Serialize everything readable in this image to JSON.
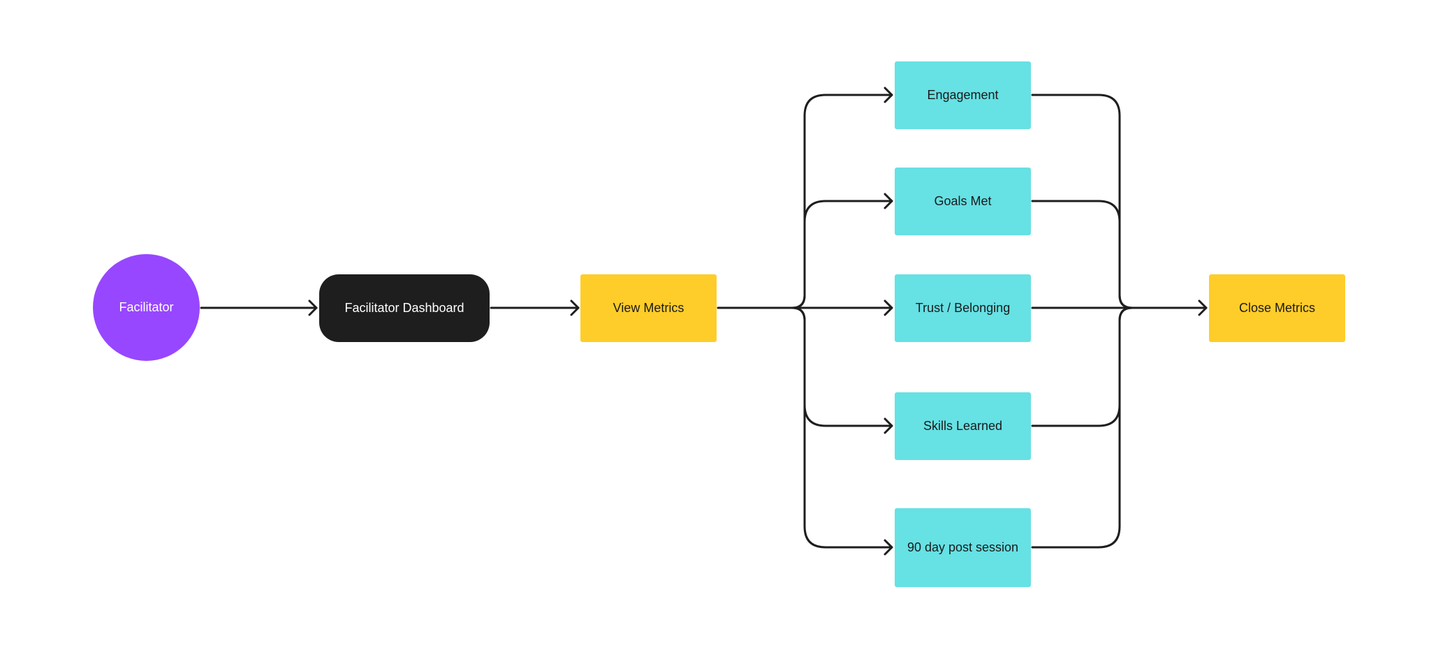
{
  "colors": {
    "actor": "#9747FF",
    "screen": "#1E1E1E",
    "action": "#FFCD29",
    "metric": "#66E1E4",
    "connector": "#1E1E1E"
  },
  "nodes": {
    "facilitator": "Facilitator",
    "dashboard": "Facilitator Dashboard",
    "view_metrics": "View Metrics",
    "close_metrics": "Close Metrics",
    "metrics": [
      "Engagement",
      "Goals Met",
      "Trust / Belonging",
      "Skills Learned",
      "90 day post session"
    ]
  }
}
